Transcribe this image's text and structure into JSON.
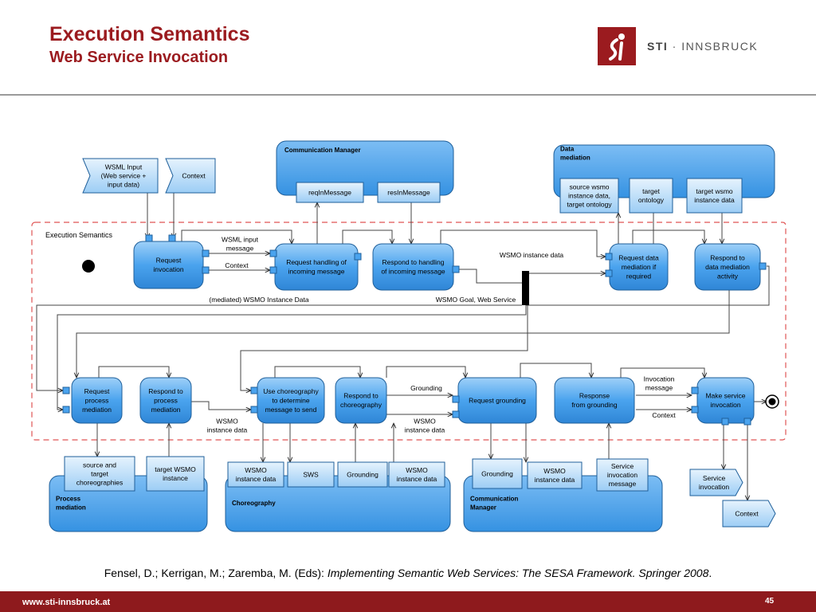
{
  "header": {
    "title": "Execution Semantics",
    "subtitle": "Web Service Invocation",
    "logo_text_bold": "STI",
    "logo_text_rest": " · INNSBRUCK"
  },
  "citation": {
    "plain": "Fensel, D.; Kerrigan, M.; Zaremba, M. (Eds): ",
    "italic": "Implementing Semantic Web Services: The SESA Framework. Springer 2008",
    "tail": "."
  },
  "footer": {
    "url": "www.sti-innsbruck.at",
    "page": "45"
  },
  "colors": {
    "brand": "#9b1b1f",
    "node_fill": "#4aa3ee",
    "node_stroke": "#1f5f9a",
    "dashed": "#e05555"
  },
  "diagram": {
    "frame_label": "Execution Semantics",
    "components": {
      "comm_top": {
        "title": "Communication Manager",
        "items": [
          "reqInMessage",
          "resInMessage"
        ]
      },
      "data_mediation": {
        "title": [
          "Data",
          "mediation"
        ],
        "items": [
          [
            "source wsmo",
            "instance data,",
            "target ontology"
          ],
          [
            "target",
            "ontology"
          ],
          [
            "target wsmo",
            "instance data"
          ]
        ]
      },
      "process_mediation": {
        "title": [
          "Process",
          "mediation"
        ],
        "items": [
          [
            "source and",
            "target",
            "choreographies"
          ],
          [
            "target WSMO",
            "instance"
          ]
        ]
      },
      "choreography": {
        "title": [
          "Choreography"
        ],
        "items": [
          [
            "WSMO",
            "instance data"
          ],
          [
            "SWS"
          ],
          [
            "Grounding"
          ],
          [
            "WSMO",
            "instance data"
          ]
        ]
      },
      "comm_bottom": {
        "title": [
          "Communication",
          "Manager"
        ],
        "items": [
          [
            "Grounding"
          ],
          [
            "WSMO",
            "instance data"
          ],
          [
            "Service",
            "invocation",
            "message"
          ]
        ]
      }
    },
    "inputs": [
      {
        "label": [
          "WSML Input",
          "(Web service +",
          "input data)"
        ]
      },
      {
        "label": [
          "Context"
        ]
      }
    ],
    "outputs": [
      {
        "label": [
          "Service",
          "invocation"
        ]
      },
      {
        "label": [
          "Context"
        ]
      }
    ],
    "activities": [
      {
        "label": [
          "Request",
          "invocation"
        ]
      },
      {
        "label": [
          "Request handling of",
          "incoming message"
        ]
      },
      {
        "label": [
          "Respond to handling",
          "of incoming message"
        ]
      },
      {
        "label": [
          "Request data",
          "mediation if",
          "required"
        ]
      },
      {
        "label": [
          "Respond to",
          "data mediation",
          "activity"
        ]
      },
      {
        "label": [
          "Request",
          "process",
          "mediation"
        ]
      },
      {
        "label": [
          "Respond to",
          "process",
          "mediation"
        ]
      },
      {
        "label": [
          "Use choreography",
          "to determine",
          "message to send"
        ]
      },
      {
        "label": [
          "Respond to",
          "choreography"
        ]
      },
      {
        "label": [
          "Request grounding"
        ]
      },
      {
        "label": [
          "Response",
          "from grounding"
        ]
      },
      {
        "label": [
          "Make service",
          "invocation"
        ]
      }
    ],
    "edge_labels": [
      [
        "WSML input",
        "message"
      ],
      [
        "Context"
      ],
      [
        "WSMO instance data"
      ],
      [
        "(mediated) WSMO Instance Data"
      ],
      [
        "WSMO Goal, Web Service"
      ],
      [
        "WSMO",
        "instance data"
      ],
      [
        "Grounding"
      ],
      [
        "WSMO",
        "instance data"
      ],
      [
        "Invocation",
        "message"
      ],
      [
        "Context"
      ]
    ]
  }
}
